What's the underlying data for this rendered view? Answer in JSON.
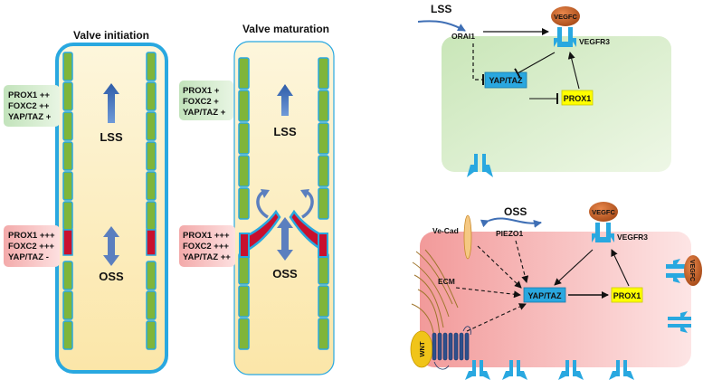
{
  "panels": {
    "initiation": {
      "title": "Valve initiation"
    },
    "maturation": {
      "title": "Valve maturation"
    }
  },
  "flow": {
    "lss": "LSS",
    "oss": "OSS"
  },
  "markers": {
    "initiation_upper": [
      "PROX1 ++",
      "FOXC2 ++",
      "YAP/TAZ +"
    ],
    "initiation_lower": [
      "PROX1 +++",
      "FOXC2 +++",
      "YAP/TAZ -"
    ],
    "maturation_upper": [
      "PROX1 +",
      "FOXC2 +",
      "YAP/TAZ +"
    ],
    "maturation_lower": [
      "PROX1 +++",
      "FOXC2 +++",
      "YAP/TAZ ++"
    ]
  },
  "top_cell": {
    "lss": "LSS",
    "orai1": "ORAI1",
    "vegfc": "VEGFC",
    "vegfr3": "VEGFR3",
    "yaptaz": "YAP/TAZ",
    "prox1": "PROX1"
  },
  "bottom_cell": {
    "oss": "OSS",
    "vecad": "Ve-Cad",
    "piezo1": "PIEZO1",
    "ecm": "ECM",
    "wnt": "WNT",
    "vegfc": "VEGFC",
    "vegfc_side": "VEGFC",
    "vegfr3": "VEGFR3",
    "yaptaz": "YAP/TAZ",
    "prox1": "PROX1"
  },
  "colors": {
    "vessel_blue": "#29a8e0",
    "vessel_fill": "#fdf3d2",
    "cell_green": "#7fb53a",
    "valve_red": "#c8102e",
    "arrow_blue": "#3f6fb5",
    "green_box": "#d6ecd0",
    "pink_box": "#f7c9c9",
    "top_cell_fill": "#dff0d0",
    "bottom_cell_fill": "#f6a9a9",
    "vegfc_orange": "#c5632a",
    "yaptaz_fill": "#2aa7df",
    "prox1_fill": "#ffff00"
  }
}
